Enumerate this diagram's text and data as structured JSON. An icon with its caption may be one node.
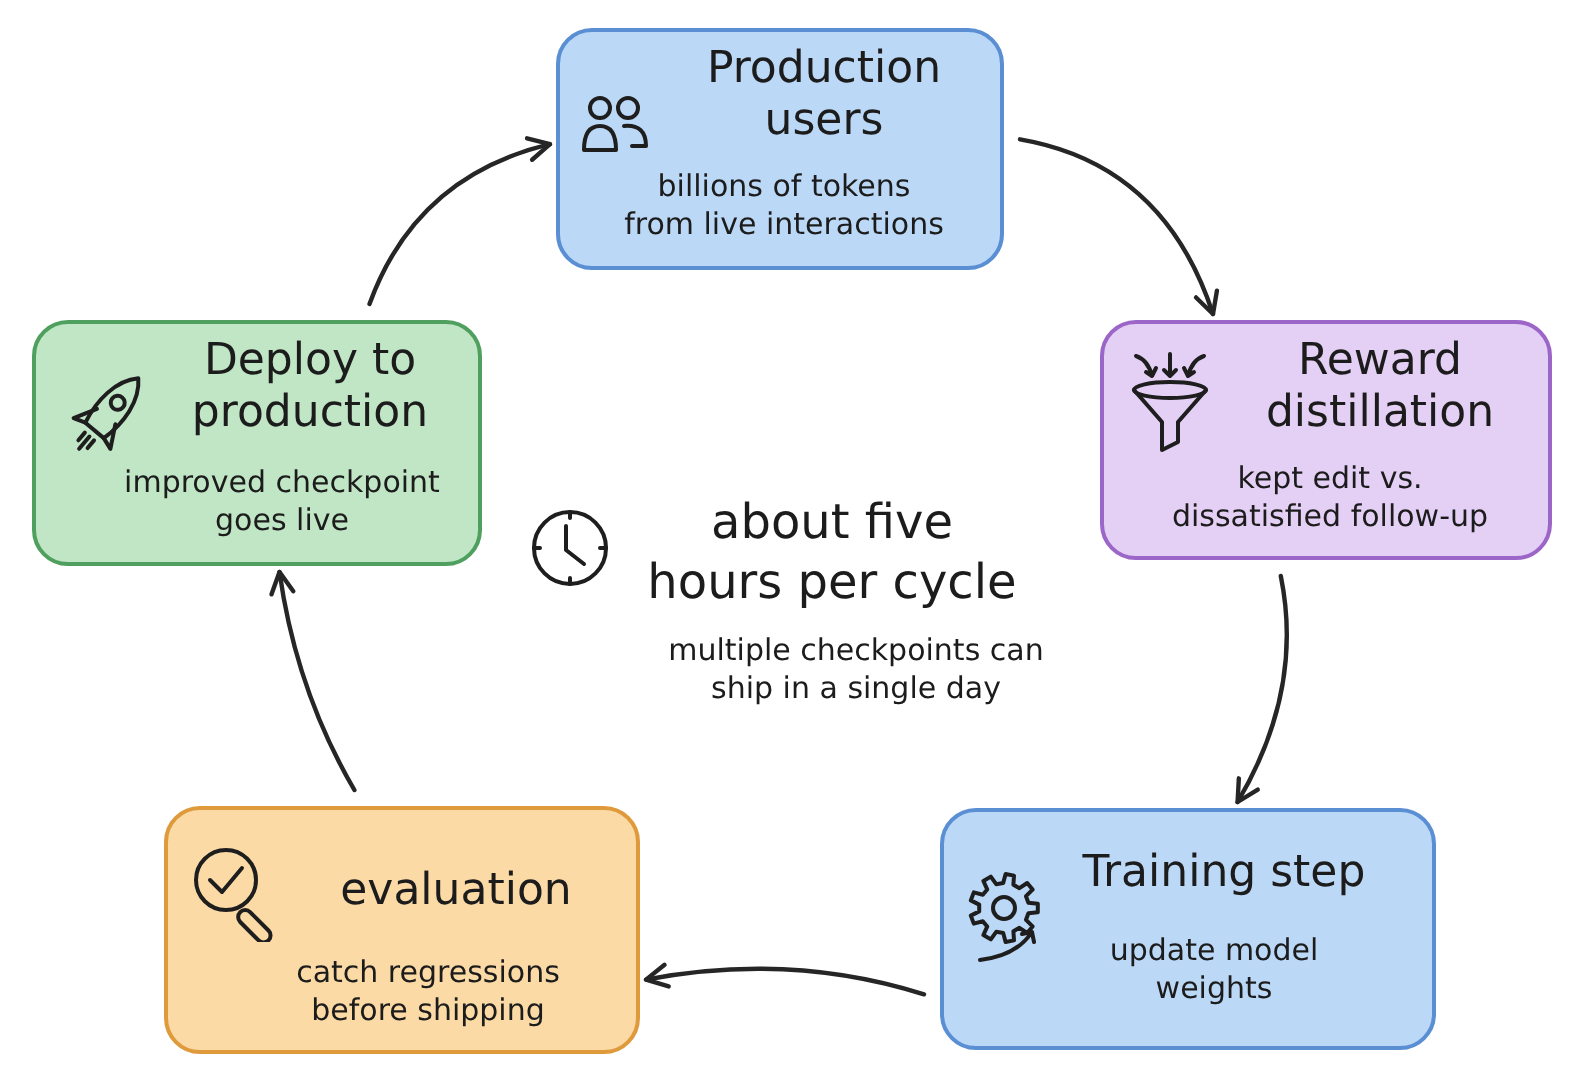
{
  "diagram": {
    "nodes": [
      {
        "text": [
          "Production users",
          "billions of tokens from live interactions"
        ]
      },
      {
        "text": [
          "Reward distillation",
          "kept edit vs. dissatisfied follow-up"
        ]
      },
      {
        "text": [
          "Training step",
          "update model weights"
        ]
      },
      {
        "text": [
          "evaluation",
          "catch regressions before shipping"
        ]
      },
      {
        "text": [
          "Deploy to production",
          "improved checkpoint goes live"
        ]
      }
    ],
    "edges": [
      {
        "from": 0,
        "to": 1,
        "arrow": "to"
      },
      {
        "from": 1,
        "to": 2,
        "arrow": "to"
      },
      {
        "from": 2,
        "to": 3,
        "arrow": "to"
      },
      {
        "from": 3,
        "to": 4,
        "arrow": "to"
      },
      {
        "from": 4,
        "to": 0,
        "arrow": "to"
      }
    ],
    "labels": [
      "about five hours per cycle",
      "multiple checkpoints can ship in a single day"
    ]
  }
}
